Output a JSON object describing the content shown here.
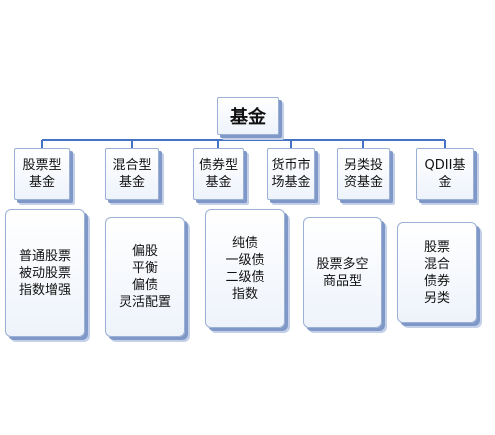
{
  "root": {
    "label": "基金"
  },
  "categories": [
    {
      "label": "股票型\n基金",
      "details": "普通股票\n被动股票\n指数增强"
    },
    {
      "label": "混合型\n基金",
      "details": "偏股\n平衡\n偏债\n灵活配置"
    },
    {
      "label": "债券型\n基金",
      "details": "纯债\n一级债\n二级债\n指数"
    },
    {
      "label": "货币市\n场基金",
      "details": ""
    },
    {
      "label": "另类投\n资基金",
      "details": "股票多空\n商品型"
    },
    {
      "label": "QDII基\n金",
      "details": "股票\n混合\n债券\n另类"
    }
  ],
  "colors": {
    "line": "#4472c4",
    "shadow": "#7f98c8",
    "border": "#9ab0d4"
  }
}
